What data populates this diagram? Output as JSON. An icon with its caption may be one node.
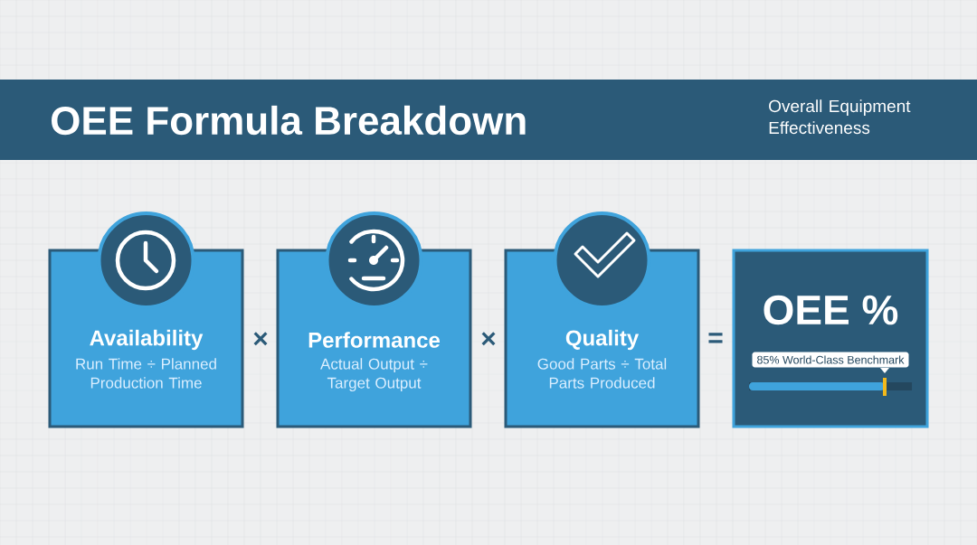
{
  "diagram": {
    "title": "OEE Formula Breakdown",
    "nodes": [
      {
        "text": [
          "Availability",
          "Run Time ÷ Planned Production Time"
        ]
      },
      {
        "text": [
          "Performance",
          "Actual Output ÷ Target Output"
        ]
      },
      {
        "text": [
          "Quality",
          "Good Parts ÷ Total Parts Produced"
        ]
      },
      {
        "text": [
          "OEE %"
        ]
      },
      {
        "text": [
          "85% World-Class Benchmark"
        ],
        "in": 3
      }
    ],
    "labels": [
      "Overall Equipment Effectiveness",
      "×",
      "×",
      "="
    ]
  }
}
